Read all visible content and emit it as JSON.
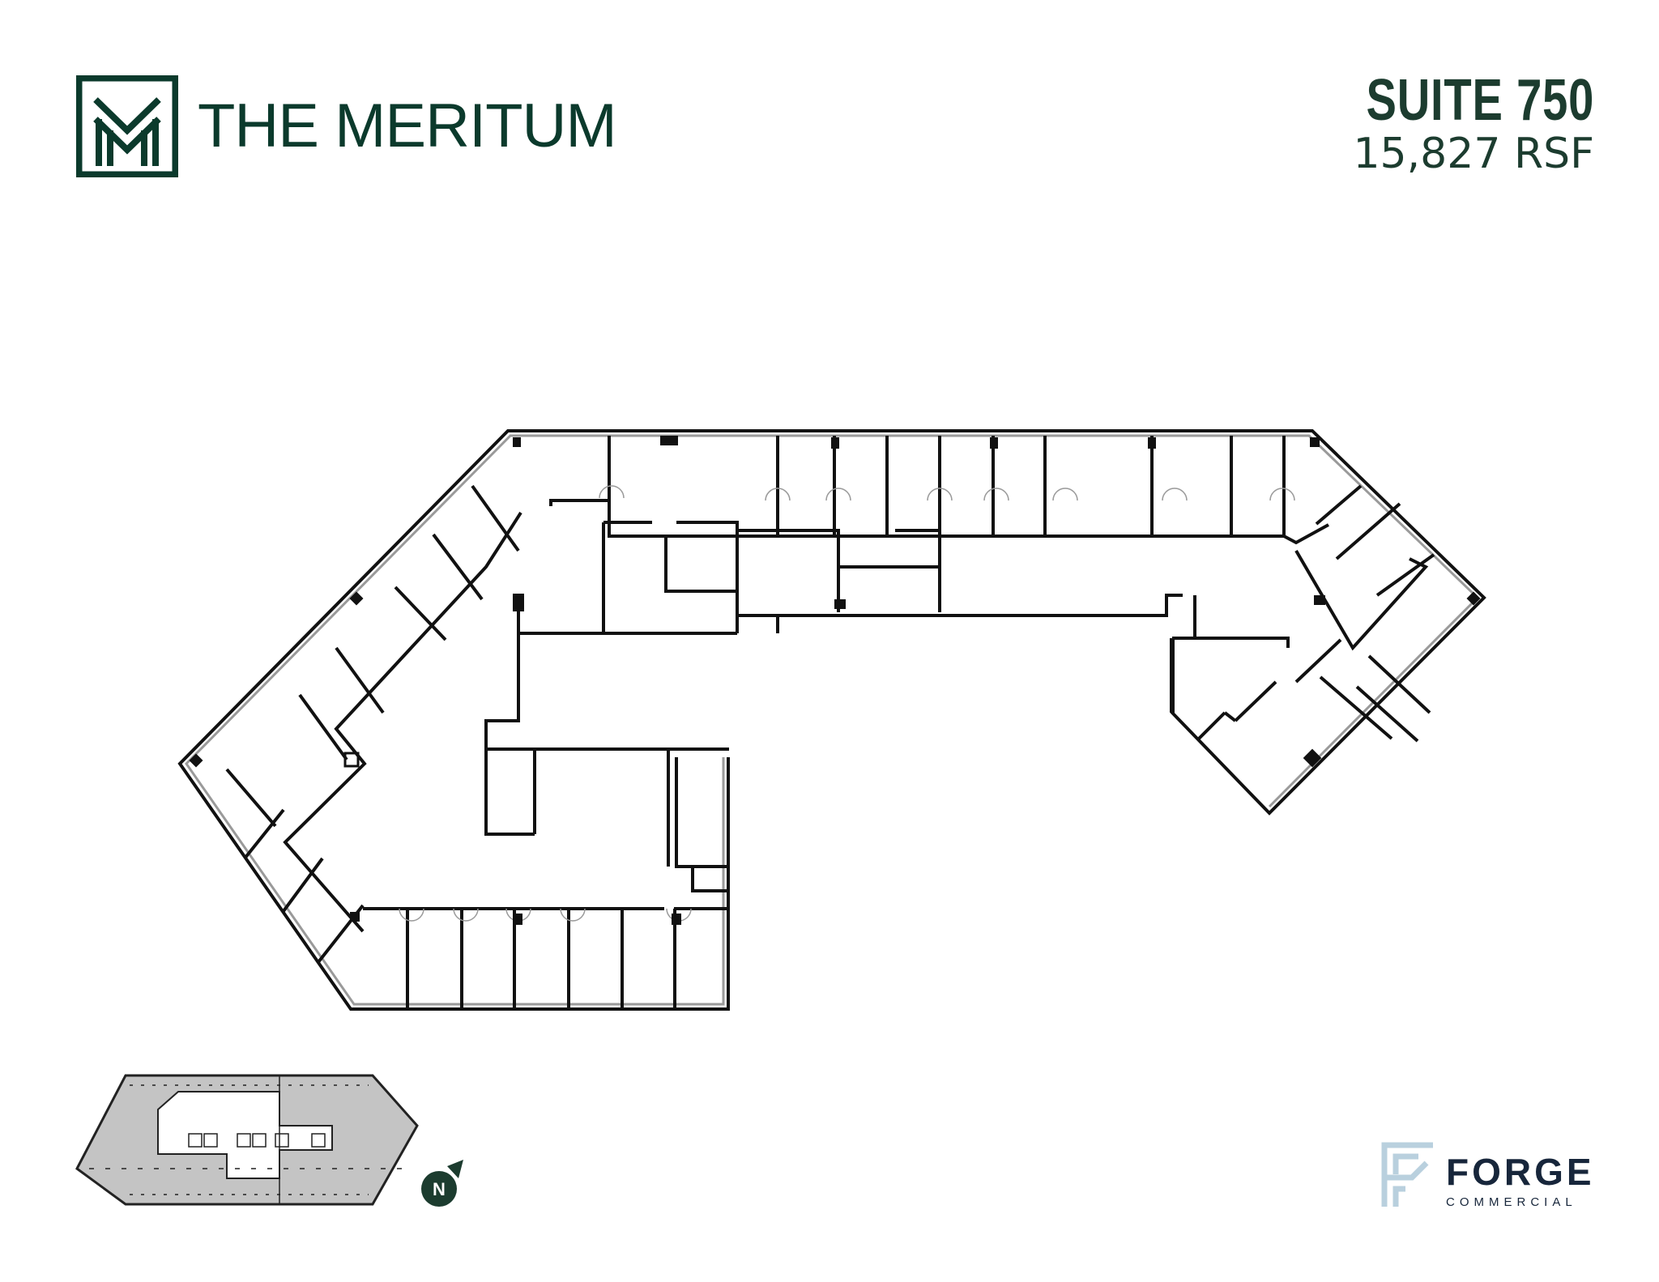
{
  "header": {
    "building_name": "THE MERITUM",
    "logo_icon": "meritum-m-monogram-icon",
    "suite_title": "SUITE 750",
    "suite_size": "15,827 RSF"
  },
  "floor_plan": {
    "label": "Suite 750 floor plan",
    "colors": {
      "wall": "#111111",
      "window": "#9a9a9a",
      "background": "#ffffff"
    }
  },
  "key_plan": {
    "label": "Building key plan",
    "compass_label": "N",
    "compass_icon": "north-arrow-icon",
    "colors": {
      "highlight": "#c4c4c4",
      "compass": "#1c3c2f"
    }
  },
  "footer": {
    "broker_name": "FORGE",
    "broker_sub": "COMMERCIAL",
    "broker_icon": "forge-f-logo-icon",
    "colors": {
      "brand": "#17263b",
      "mark": "#b9d0de"
    }
  },
  "colors": {
    "brand_green": "#0b3a2c",
    "text_green": "#1c3c2f"
  }
}
